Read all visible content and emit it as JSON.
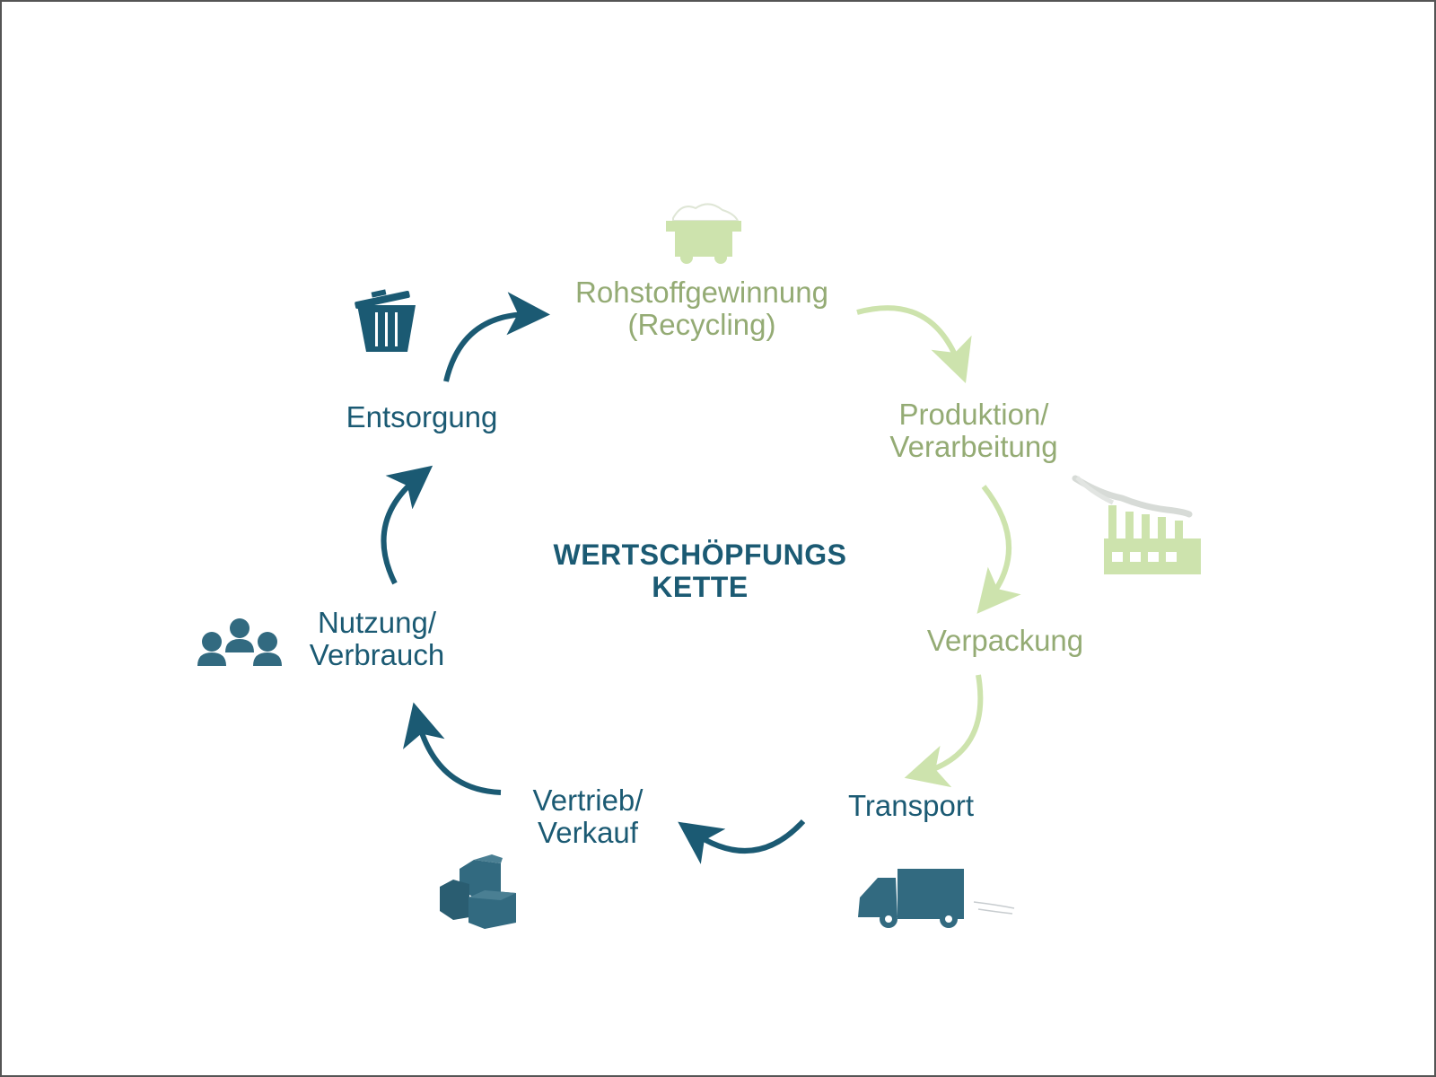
{
  "title": {
    "line1": "WERTSCHÖPFUNGS",
    "line2": "KETTE"
  },
  "colors": {
    "green": "#94ab74",
    "light_green": "#cde3ad",
    "blue": "#1b5a73",
    "icon_blue": "#326a80"
  },
  "stages": {
    "rohstoff": {
      "line1": "Rohstoffgewinnung",
      "line2": "(Recycling)",
      "icon": "mine-cart-icon"
    },
    "produktion": {
      "line1": "Produktion/",
      "line2": "Verarbeitung",
      "icon": "factory-icon"
    },
    "verpackung": {
      "line1": "Verpackung",
      "icon": "none"
    },
    "transport": {
      "line1": "Transport",
      "icon": "truck-icon"
    },
    "vertrieb": {
      "line1": "Vertrieb/",
      "line2": "Verkauf",
      "icon": "boxes-icon"
    },
    "nutzung": {
      "line1": "Nutzung/",
      "line2": "Verbrauch",
      "icon": "people-icon"
    },
    "entsorgung": {
      "line1": "Entsorgung",
      "icon": "trash-can-icon"
    }
  }
}
